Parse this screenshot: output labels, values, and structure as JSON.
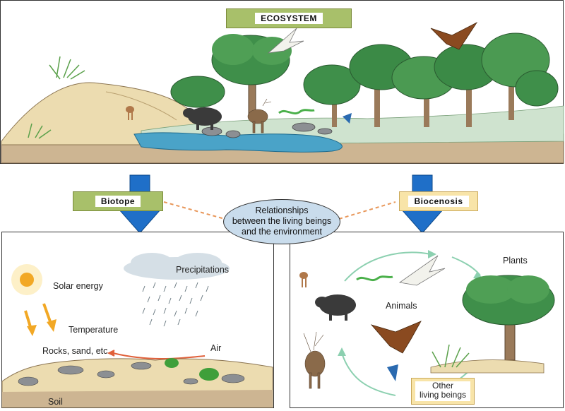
{
  "title": "ECOSYSTEM",
  "left_label": "Biotope",
  "right_label": "Biocenosis",
  "center": {
    "line1": "Relationships",
    "line2": "between the living beings",
    "line3": "and the environment"
  },
  "biotope": {
    "precipitations": "Precipitations",
    "solar_energy": "Solar energy",
    "temperature": "Temperature",
    "rocks": "Rocks, sand, etc",
    "air": "Air",
    "soil": "Soil"
  },
  "biocenosis": {
    "plants": "Plants",
    "animals": "Animals",
    "other_line1": "Other",
    "other_line2": "living beings"
  },
  "colors": {
    "label_green": "#a8c06a",
    "label_yellow": "#f8e4a8",
    "arrow_blue": "#1f6fc8",
    "ellipse_fill": "#c9dcec",
    "dash_orange": "#e8975a",
    "water": "#4aa3c8",
    "tree_green": "#3f8f4a",
    "sand": "#e9d7a8"
  }
}
